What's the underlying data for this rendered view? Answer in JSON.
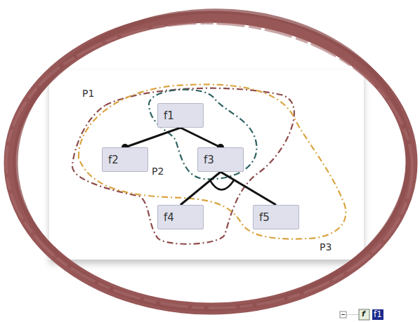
{
  "diagram": {
    "nodes": [
      {
        "text": [
          "f1"
        ]
      },
      {
        "text": [
          "f2"
        ]
      },
      {
        "text": [
          "f3"
        ]
      },
      {
        "text": [
          "f4"
        ]
      },
      {
        "text": [
          "f5"
        ]
      }
    ],
    "edges": [
      {
        "from": 0,
        "to": 1,
        "arrow": "none"
      },
      {
        "from": 0,
        "to": 2,
        "arrow": "none"
      },
      {
        "from": 2,
        "to": 3,
        "arrow": "none"
      },
      {
        "from": 2,
        "to": 4,
        "arrow": "none"
      }
    ],
    "labels": [
      "P1",
      "P2",
      "P3",
      "f",
      "f1"
    ]
  }
}
